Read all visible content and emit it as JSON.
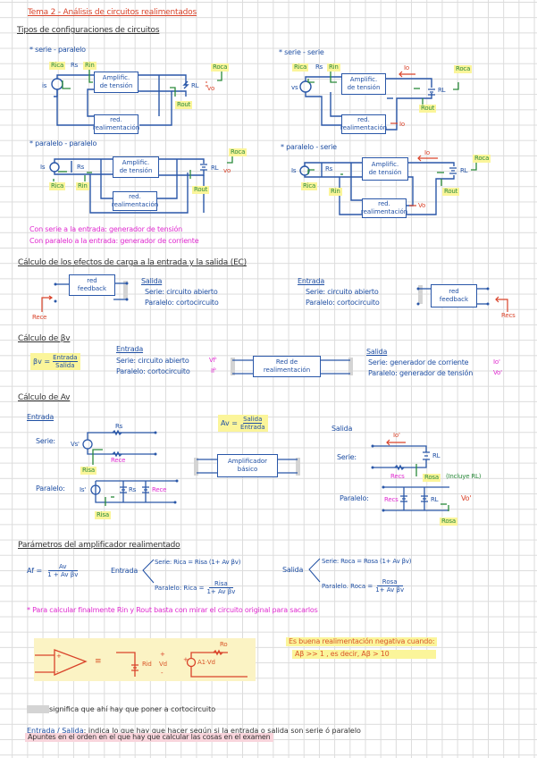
{
  "title": "Tema 2 - Análisis de circuitos realimentados",
  "section_types": {
    "heading": "Tipos de configuraciones de circuitos",
    "configs": [
      {
        "label": "* serie - paralelo",
        "amp": [
          "Amplific.",
          "de tensión"
        ],
        "fb": [
          "red.",
          "realimentación"
        ],
        "labels": {
          "rica": "Rica",
          "rin": "Rin",
          "rs": "Rs",
          "src": "is",
          "rout": "Rout",
          "roca": "Roca",
          "rl": "RL",
          "vo": "vo"
        }
      },
      {
        "label": "* serie - serie",
        "amp": [
          "Amplific.",
          "de tensión"
        ],
        "fb": [
          "red.",
          "realimentación"
        ],
        "labels": {
          "rica": "Rica",
          "rin": "Rin",
          "rs": "Rs",
          "src": "vs",
          "rout": "Rout",
          "roca": "Roca",
          "rl": "RL",
          "io": "Io",
          "if": "Io"
        }
      },
      {
        "label": "* paralelo - paralelo",
        "amp": [
          "Amplific.",
          "de tensión"
        ],
        "fb": [
          "red.",
          "realimentación"
        ],
        "labels": {
          "rica": "Rica",
          "rin": "Rin",
          "rs": "Rs",
          "src": "Is",
          "rout": "Rout",
          "roca": "Roca",
          "rl": "RL",
          "vo": "vo"
        }
      },
      {
        "label": "* paralelo - serie",
        "amp": [
          "Amplific.",
          "de tensión"
        ],
        "fb": [
          "red.",
          "realimentación"
        ],
        "labels": {
          "rica": "Rica",
          "rin": "Rin",
          "rs": "Rs",
          "src": "Is",
          "rout": "Rout",
          "roca": "Roca",
          "rl": "RL",
          "io": "Io",
          "if": "Vo"
        }
      }
    ],
    "notes": [
      "Con serie a la entrada: generador de tensión",
      "Con paralelo a la entrada: generador de corriente"
    ]
  },
  "section_loads": {
    "heading": "Cálculo de los efectos de carga a la entrada y la salida (EC)",
    "left_block": [
      "red",
      "feedback"
    ],
    "left_label": "Rece",
    "salida": {
      "title": "Salida",
      "lines": [
        "Serie: circuito abierto",
        "Paralelo: cortocircuito"
      ]
    },
    "entrada": {
      "title": "Entrada",
      "lines": [
        "Serie: circuito abierto",
        "Paralelo: cortocircuito"
      ]
    },
    "right_block": [
      "red",
      "feedback"
    ],
    "right_label": "Recs"
  },
  "section_bv": {
    "heading": "Cálculo de βv",
    "formula_lhs": "βv =",
    "formula_num": "Entrada",
    "formula_den": "Salida",
    "entrada": {
      "title": "Entrada",
      "lines": [
        "Serie: circuito abierto",
        "Paralelo: cortocircuito"
      ],
      "marks": [
        "Vf'",
        "If'"
      ]
    },
    "block": [
      "Red de",
      "realimentación"
    ],
    "salida": {
      "title": "Salida",
      "lines": [
        "Serie: generador de corriente",
        "Paralelo: generador de tensión"
      ],
      "marks": [
        "Io'",
        "Vo'"
      ]
    }
  },
  "section_av": {
    "heading": "Cálculo de Av",
    "formula_lhs": "Av =",
    "formula_num": "Salida",
    "formula_den": "Entrada",
    "entrada": {
      "title": "Entrada",
      "serie": "Serie:",
      "paralelo": "Paralelo:",
      "vs": "Vs'",
      "is": "Is'",
      "rs": "Rs",
      "rece": "Rece",
      "risa": "Risa"
    },
    "block": [
      "Amplificador",
      "básico"
    ],
    "salida": {
      "title": "Salida",
      "serie": "Serie:",
      "paralelo": "Paralelo:",
      "io": "Io'",
      "rl": "RL",
      "recs": "Recs",
      "rosa": "Rosa",
      "note": "(Incluye RL)",
      "vo": "Vo'"
    }
  },
  "section_params": {
    "heading": "Parámetros del amplificador realimentado",
    "af_lhs": "Af =",
    "af_num": "Av",
    "af_den": "1 + Av βv",
    "entrada": {
      "label": "Entrada",
      "serie": "Serie: Rica = Risa (1+ Av βv)",
      "paralelo_lhs": "Paralelo: Rica =",
      "paralelo_num": "Risa",
      "paralelo_den": "1+ Av βv"
    },
    "salida": {
      "label": "Salida",
      "serie": "Serie: Roca = Rosa (1+ Av βv)",
      "paralelo_lhs": "Paralelo. Roca =",
      "paralelo_num": "Rosa",
      "paralelo_den": "1+ Av βv"
    },
    "tip": "* Para calcular finalmente Rin y Rout basta con mirar el circuito original para sacarlos"
  },
  "opamp_box": {
    "eq": "≡",
    "rid": "Rid",
    "vd": "Vd",
    "ro": "Ro",
    "src": "A1·Vd",
    "plus": "+",
    "minus": "-"
  },
  "feedback_note": [
    "Es buena realimentación negativa cuando:",
    "Aβ >> 1 , es decir, Aβ > 10"
  ],
  "legend": {
    "gray_text": "significa que ahí hay que poner a cortocircuito",
    "blue_key": "Entrada / Salida",
    "blue_text": ": indica lo que hay que hacer según si la entrada o salida son serie ó paralelo",
    "pink_text": "Apuntes en el orden en el que hay que calcular las cosas en el examen"
  },
  "colors": {
    "title": "#d9432a",
    "circuit": "#2a57a8",
    "highlight_yellow": "#fbf59a",
    "magenta": "#e02ad0",
    "green": "#2a8a3a",
    "pink_highlight": "#f9d5dc"
  }
}
